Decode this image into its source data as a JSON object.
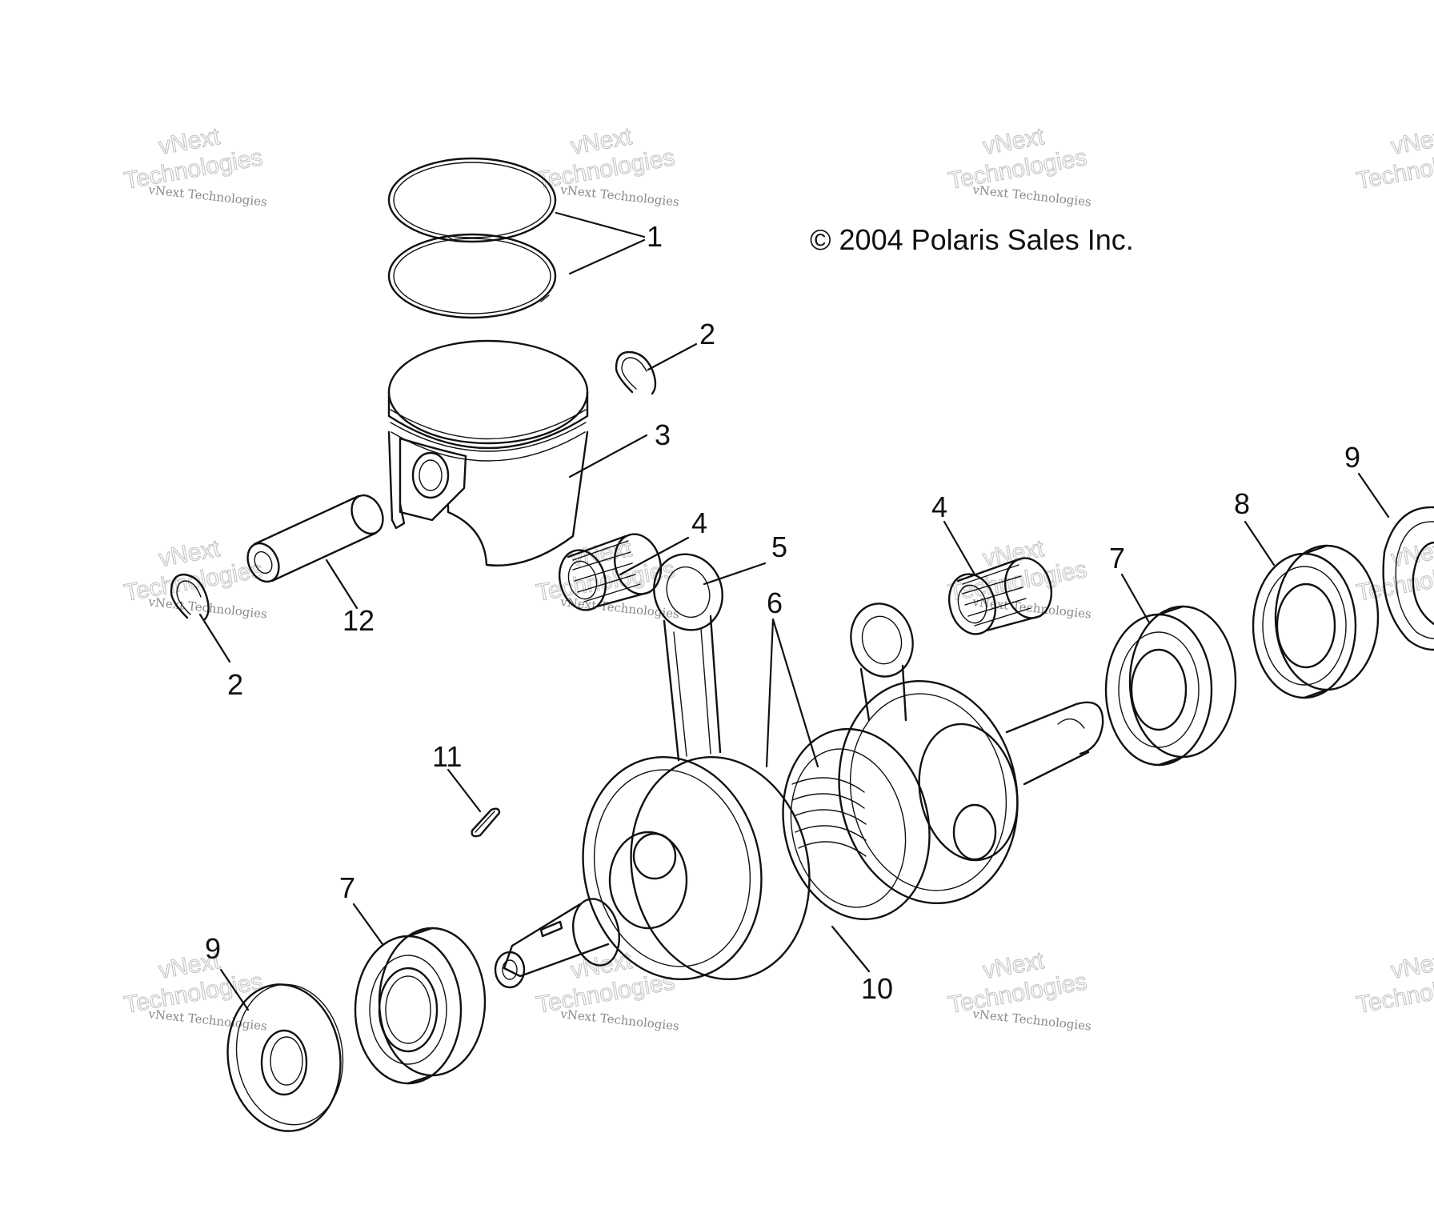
{
  "copyright": "© 2004 Polaris Sales Inc.",
  "watermark": {
    "small": "vNext Technologies",
    "big_line1": "vNext",
    "big_line2": "Technologies"
  },
  "callouts": [
    {
      "id": "c1",
      "label": "1",
      "part": "piston-rings"
    },
    {
      "id": "c2a",
      "label": "2",
      "part": "circlip-upper"
    },
    {
      "id": "c2b",
      "label": "2",
      "part": "circlip-lower"
    },
    {
      "id": "c3",
      "label": "3",
      "part": "piston"
    },
    {
      "id": "c4a",
      "label": "4",
      "part": "needle-bearing-left"
    },
    {
      "id": "c4b",
      "label": "4",
      "part": "needle-bearing-right"
    },
    {
      "id": "c5",
      "label": "5",
      "part": "connecting-rod"
    },
    {
      "id": "c6",
      "label": "6",
      "part": "crankshaft-washers"
    },
    {
      "id": "c7a",
      "label": "7",
      "part": "main-bearing-left"
    },
    {
      "id": "c7b",
      "label": "7",
      "part": "main-bearing-right"
    },
    {
      "id": "c8",
      "label": "8",
      "part": "bearing-right-outer"
    },
    {
      "id": "c9a",
      "label": "9",
      "part": "oil-seal-left"
    },
    {
      "id": "c9b",
      "label": "9",
      "part": "oil-seal-right"
    },
    {
      "id": "c10",
      "label": "10",
      "part": "crankshaft"
    },
    {
      "id": "c11",
      "label": "11",
      "part": "woodruff-key"
    },
    {
      "id": "c12",
      "label": "12",
      "part": "piston-pin"
    }
  ]
}
